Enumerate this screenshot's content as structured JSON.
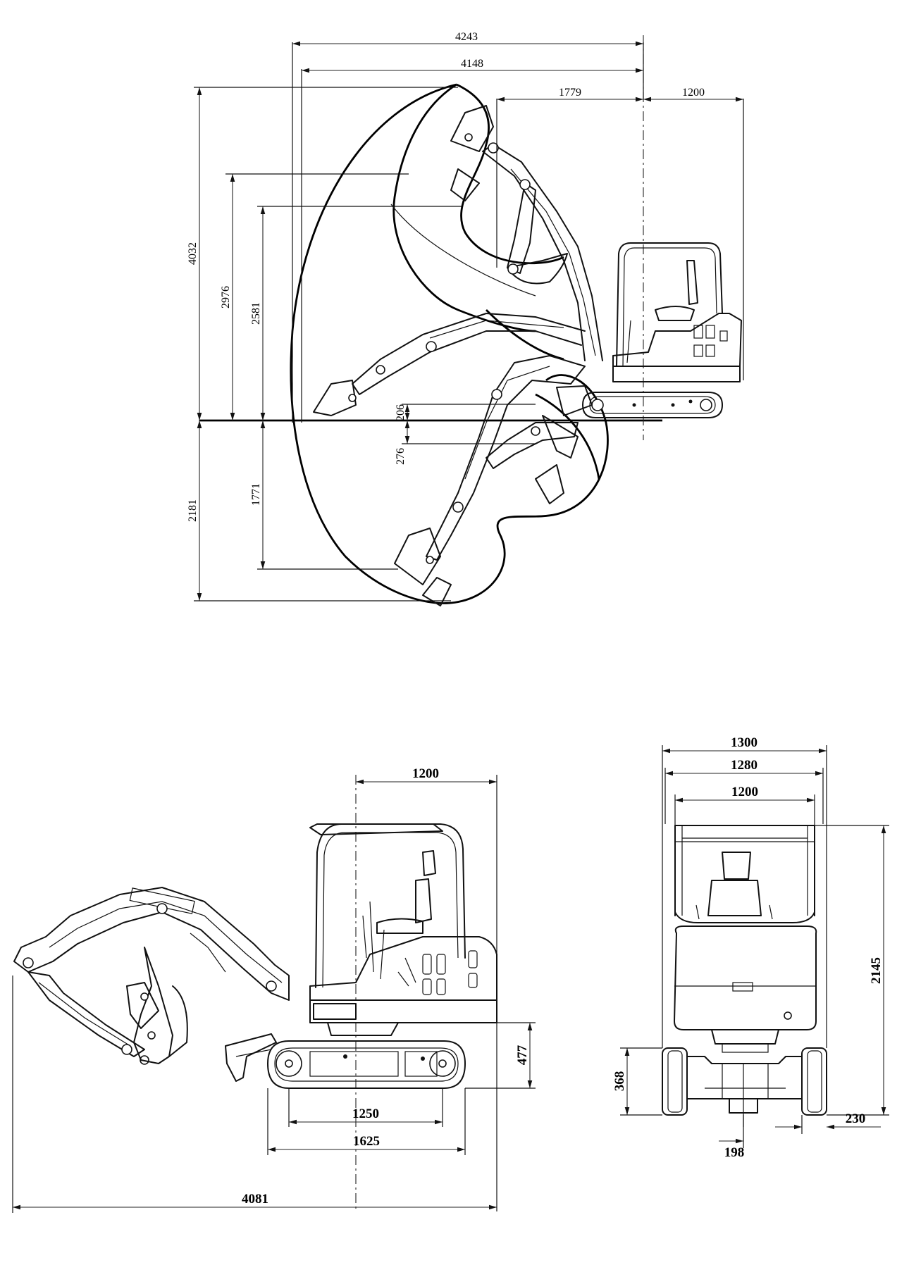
{
  "working_range_view": {
    "dimensions": {
      "max_reach_ground": "4243",
      "max_reach": "4148",
      "front_swing_to_axis": "1779",
      "rear_to_axis": "1200",
      "max_height": "4032",
      "max_dump_height": "2976",
      "max_dump_height_alt": "2581",
      "max_dig_depth": "2181",
      "vertical_wall_depth": "1771",
      "blade_lift": "206",
      "blade_depth": "276"
    }
  },
  "side_view": {
    "dimensions": {
      "tail_swing": "1200",
      "track_height": "477",
      "tumbler_distance": "1250",
      "track_length": "1625",
      "transport_length": "4081"
    }
  },
  "front_view": {
    "dimensions": {
      "overall_width": "1300",
      "blade_width": "1280",
      "canopy_width": "1200",
      "overall_height": "2145",
      "ground_clearance": "368",
      "min_ground_clearance": "198",
      "track_shoe_width": "230"
    }
  }
}
